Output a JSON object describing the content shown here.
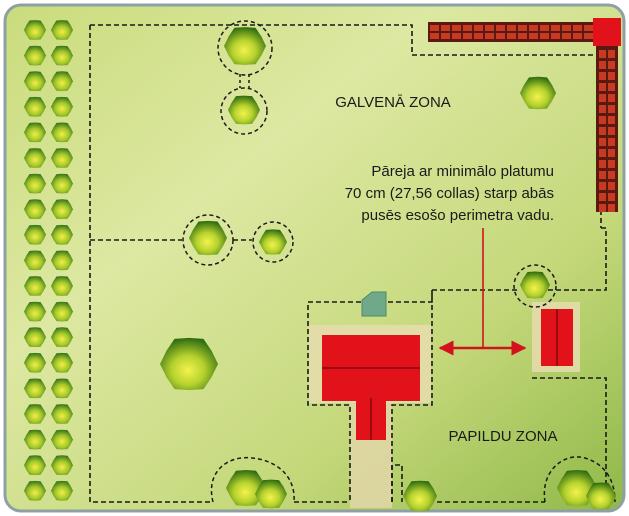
{
  "zones": {
    "main": "GALVENĀ ZONA",
    "secondary": "PAPILDU ZONA"
  },
  "passage_note": {
    "line1": "Pāreja ar minimālo platumu",
    "line2": "70 cm (27,56 collas) starp abās",
    "line3": "pusēs esošo perimetra vadu."
  },
  "colors": {
    "lawn_light": "#e2eca6",
    "lawn_dark": "#95bd4c",
    "frame": "#8fa0a5",
    "wire": "#1a1a1a",
    "building": "#e2121b",
    "building_ridge": "#9a0c12",
    "paving": "#e2d6a8",
    "fence": "#5a1a12",
    "fence_post": "#e2121b",
    "arrow": "#d3121b",
    "station": "#6fa98a",
    "tree_light": "#f2f04a",
    "tree_dark": "#2e6b10"
  }
}
